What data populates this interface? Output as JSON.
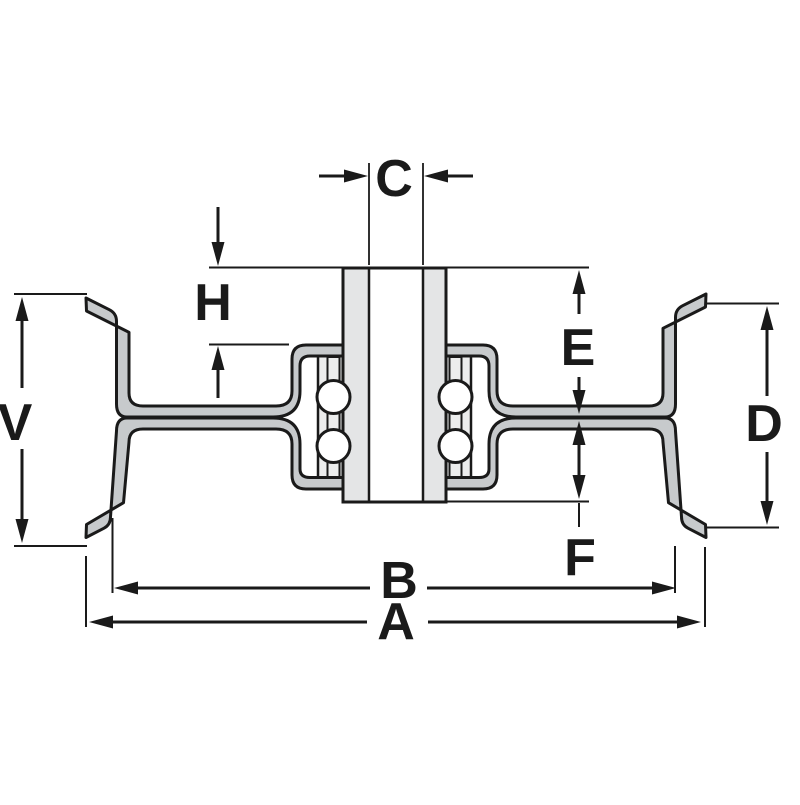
{
  "diagram": {
    "title": "wheel-hub-cross-section",
    "dim_labels": {
      "overall_width": "A",
      "rim_width": "B",
      "bore_width": "C",
      "right_flange_height": "D",
      "hub_upper_height": "E",
      "hub_lower_height": "F",
      "hub_top_offset": "H",
      "left_flange_height": "V"
    },
    "colors": {
      "line": "#1a1a1a",
      "sheet": "#c7cacc",
      "hub": "#e4e5e6",
      "interior": "#eceded"
    }
  }
}
